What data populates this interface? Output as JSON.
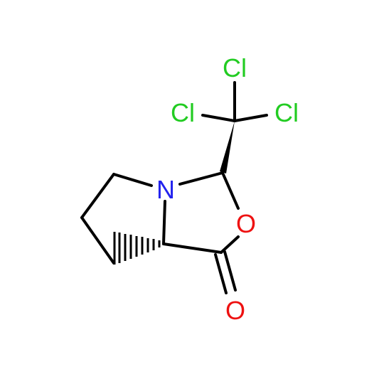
{
  "molecule": {
    "atoms": {
      "cl_top": {
        "symbol": "Cl",
        "color": "#22cc22"
      },
      "cl_left": {
        "symbol": "Cl",
        "color": "#22cc22"
      },
      "cl_right": {
        "symbol": "Cl",
        "color": "#22cc22"
      },
      "nitrogen": {
        "symbol": "N",
        "color": "#2222ee"
      },
      "ring_oxygen": {
        "symbol": "O",
        "color": "#ee1111"
      },
      "carbonyl_oxygen": {
        "symbol": "O",
        "color": "#ee1111"
      }
    },
    "bond_color": "#000000",
    "stereo_bonds": [
      "wedge",
      "hash"
    ]
  }
}
